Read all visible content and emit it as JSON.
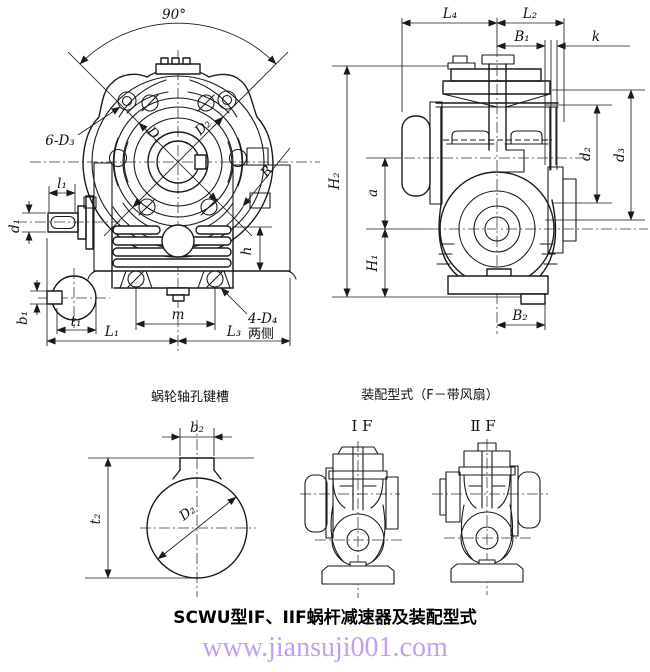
{
  "meta": {
    "ink": "#1a1a1a",
    "background": "#ffffff"
  },
  "front_view": {
    "labels": {
      "angle": "90°",
      "bolt_holes": "6-D₃",
      "dia_d1": "D₁",
      "dia_d2": "D₂",
      "radius": "R",
      "input_len": "l₁",
      "input_dia": "d₁",
      "key_width": "b₁",
      "key_depth": "t₁",
      "len_l1": "L₁",
      "foot_span": "m",
      "len_l3": "L₃",
      "foot_holes": "4-D₄",
      "foot_holes_note": "两侧",
      "fin_height": "h"
    }
  },
  "side_view": {
    "labels": {
      "len_l4": "L₄",
      "len_l2": "L₂",
      "width_b1": "B₁",
      "gap_k": "k",
      "height_h2": "H₂",
      "center_distance": "a",
      "height_h1": "H₁",
      "width_b2": "B₂",
      "dia_d2": "d₂",
      "dia_d3": "d₃"
    }
  },
  "keyway_view": {
    "title": "蜗轮轴孔键槽",
    "labels": {
      "key_width": "b₂",
      "key_depth": "t₂",
      "bore_dia": "D₂"
    }
  },
  "assembly": {
    "title": "装配型式（F－带风扇）",
    "variant_1": "Ⅰ F",
    "variant_2": "Ⅱ F"
  },
  "footer": {
    "caption": "SCWU型IF、IIF蜗杆减速器及装配型式",
    "website": "www.jiansuji001.com",
    "website_color": "#c1a0f0"
  }
}
